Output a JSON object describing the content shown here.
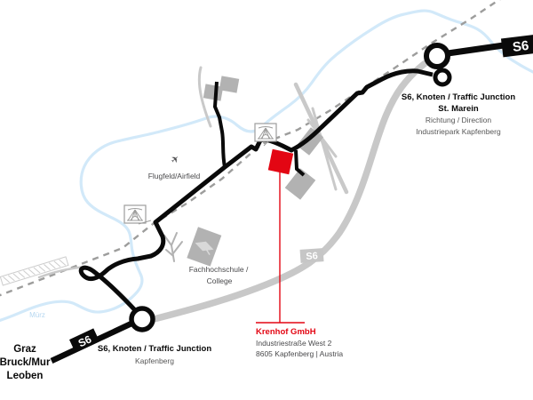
{
  "labels": {
    "badge_s6": "S6",
    "junction_upper": {
      "title": "S6, Knoten / Traffic Junction",
      "name": "St. Marein",
      "direction": "Richtung / Direction",
      "destination": "Industriepark Kapfenberg"
    },
    "junction_lower": {
      "title": "S6, Knoten / Traffic Junction",
      "name": "Kapfenberg"
    },
    "destinations_sw": {
      "line1": "Graz",
      "line2": "Bruck/Mur",
      "line3": "Leoben"
    },
    "company": {
      "name": "Krenhof GmbH",
      "street": "Industriestraße West 2",
      "city": "8605 Kapfenberg | Austria"
    },
    "airfield": "Flugfeld/Airfield",
    "college_line1": "Fachhochschule /",
    "college_line2": "College",
    "river": "Mürz"
  },
  "colors": {
    "accent_red": "#e30613",
    "road_black": "#0a0a0a",
    "highway_gray": "#c8c8c8",
    "minor_road_gray": "#c9c9c9",
    "building_gray": "#b2b2b2",
    "river_blue": "#d2e9f9",
    "rail_gray": "#9d9d9c",
    "text_gray": "#575757"
  }
}
